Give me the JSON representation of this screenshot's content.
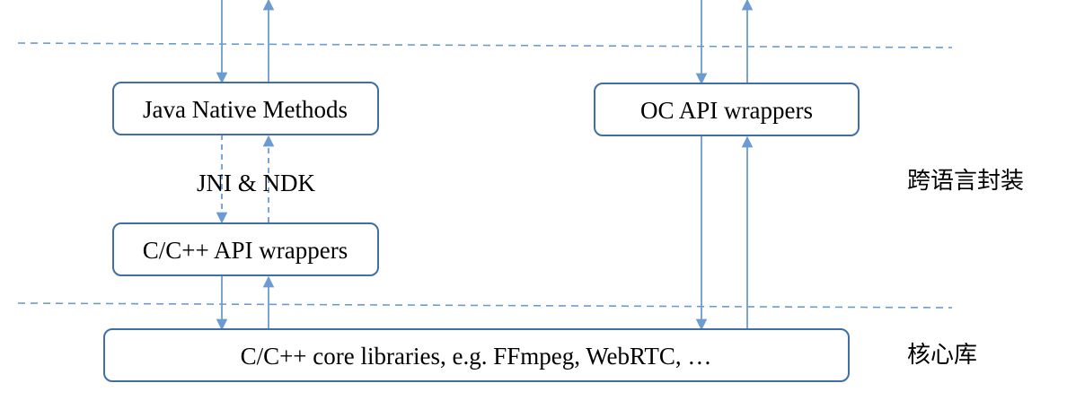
{
  "colors": {
    "line": "#6b9bd0",
    "box_border": "#3f6fa6",
    "text": "#000000"
  },
  "boxes": {
    "java_native": "Java Native Methods",
    "oc_api": "OC API wrappers",
    "cpp_api": "C/C++ API wrappers",
    "core_libs": "C/C++ core libraries, e.g. FFmpeg, WebRTC, …"
  },
  "connector_label": "JNI & NDK",
  "layers": {
    "cross_language": "跨语言封装",
    "core": "核心库"
  }
}
